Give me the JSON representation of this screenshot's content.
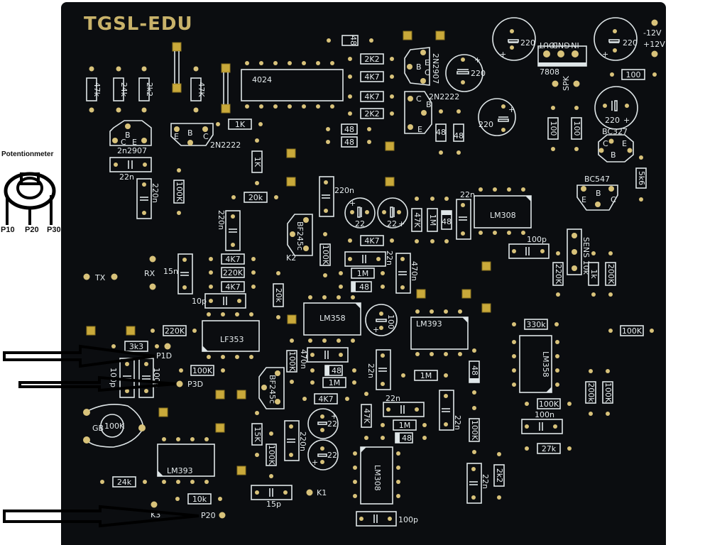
{
  "board": {
    "title": "TGSL-EDU",
    "colors": {
      "board": "#0b0d10",
      "silkscreen": "#dfe6e8",
      "pad": "#d8c27a",
      "title": "#c8b26a"
    }
  },
  "potentiometer_legend": {
    "title": "Potentionmeter",
    "pins": [
      "P10",
      "P20",
      "P30"
    ]
  },
  "arrows": [
    {
      "target": "P1D",
      "label": "P1D"
    },
    {
      "target": "P3D",
      "label": "P3D"
    },
    {
      "target": "P20",
      "label": "P20"
    }
  ],
  "labels": {
    "tx": "TX",
    "rx": "RX",
    "k1": "K1",
    "k2": "K2",
    "k3": "K3",
    "minus12v": "-12V",
    "plus12v": "+12V",
    "spk": "SPK",
    "gb": "GB",
    "reg_pins": [
      "OUT",
      "GND",
      "IN"
    ],
    "reg_name": "7808",
    "sens": "SENS 10k"
  },
  "components": {
    "ics": [
      {
        "ref": "ic-4024",
        "label": "4024"
      },
      {
        "ref": "ic-lm308-top",
        "label": "LM308"
      },
      {
        "ref": "ic-lm358-mid",
        "label": "LM358"
      },
      {
        "ref": "ic-lm393-mid",
        "label": "LM393"
      },
      {
        "ref": "ic-lf353",
        "label": "LF353"
      },
      {
        "ref": "ic-lm358-right",
        "label": "LM358"
      },
      {
        "ref": "ic-lm393-bottom",
        "label": "LM393"
      },
      {
        "ref": "ic-lm308-bottom",
        "label": "LM308"
      }
    ],
    "transistors": [
      {
        "ref": "q-2n2907-left",
        "label": "2n2907",
        "pins": [
          "B",
          "C",
          "E"
        ]
      },
      {
        "ref": "q-2n2222-left",
        "label": "2N2222",
        "pins": [
          "E",
          "B",
          "C"
        ]
      },
      {
        "ref": "q-2n2907-top",
        "label": "2N2907",
        "pins": [
          "B",
          "E",
          "C"
        ]
      },
      {
        "ref": "q-2n2222-top",
        "label": "2N2222",
        "pins": [
          "C",
          "B",
          "E"
        ]
      },
      {
        "ref": "q-bc327",
        "label": "BC327",
        "pins": [
          "C",
          "B",
          "E"
        ]
      },
      {
        "ref": "q-bc547",
        "label": "BC547",
        "pins": [
          "E",
          "B",
          "C"
        ]
      },
      {
        "ref": "q-bf245-mid",
        "label": "BF245c"
      },
      {
        "ref": "q-bf245-low",
        "label": "BF245c"
      }
    ],
    "resistors": [
      "47k",
      "24k",
      "2k2",
      "47K",
      "1K",
      "1K",
      "100K",
      "20k",
      "2K2",
      "4K7",
      "4K7",
      "2K2",
      "100",
      "100",
      "100",
      "5k6",
      "47K",
      "1M",
      "4K7",
      "100K",
      "1M",
      "220K",
      "1k",
      "200K",
      "4K7",
      "220K",
      "4K7",
      "20k",
      "220K",
      "3k3",
      "100K",
      "100K",
      "1M",
      "4K7",
      "1M",
      "47K",
      "1M",
      "100K",
      "2k2",
      "330k",
      "100K",
      "100K",
      "200k",
      "100K",
      "27k",
      "15K",
      "100K",
      "24k",
      "10k"
    ],
    "capacitors": [
      "22n",
      "220n",
      "220n",
      "220n",
      "22n",
      "22n",
      "100p",
      "15n",
      "10p",
      "22n",
      "470n",
      "22n",
      "22n",
      "22n",
      "100n",
      "100p",
      "15p",
      "100",
      "100p",
      "220n",
      "470n"
    ],
    "electrolytics": [
      "220",
      "220",
      "220",
      "220",
      "220",
      "22",
      "22",
      "100",
      "22",
      "22"
    ],
    "diodes": [
      "48",
      "48",
      "48",
      "48",
      "48",
      "48",
      "48",
      "48",
      "48"
    ],
    "trimmer": "100K"
  }
}
